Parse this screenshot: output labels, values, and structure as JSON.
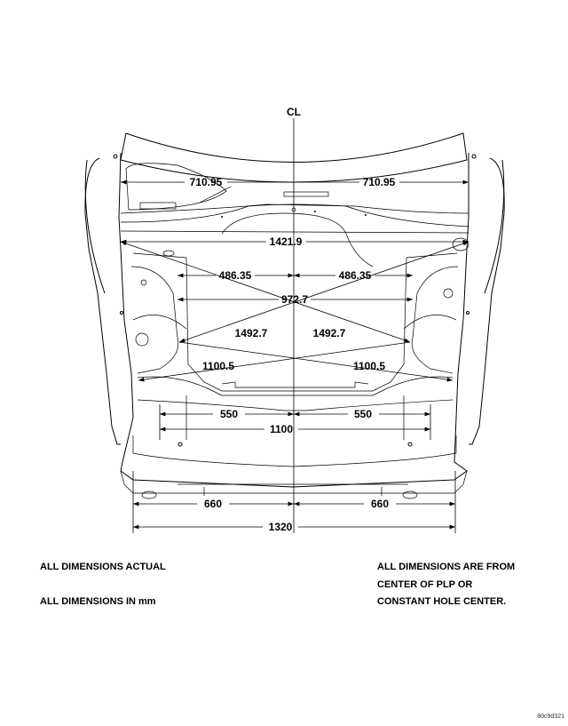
{
  "centerline_label": "CL",
  "dimensions": {
    "cowl_half_left": "710.95",
    "cowl_half_right": "710.95",
    "strut_tower_width": "1421.9",
    "rail_half_left": "486.35",
    "rail_half_right": "486.35",
    "rail_width": "972.7",
    "diag_left": "1492.7",
    "diag_right": "1492.7",
    "diag_lower_left": "1100.5",
    "diag_lower_right": "1100.5",
    "lower_half_left": "550",
    "lower_half_right": "550",
    "lower_width": "1100",
    "front_half_left": "660",
    "front_half_right": "660",
    "front_width": "1320"
  },
  "notes": {
    "left_1": "ALL DIMENSIONS ACTUAL",
    "left_2": "ALL DIMENSIONS IN mm",
    "right_1": "ALL DIMENSIONS ARE FROM",
    "right_2": "CENTER OF PLP OR",
    "right_3": "CONSTANT HOLE CENTER."
  },
  "figure_code": "80c9d321"
}
